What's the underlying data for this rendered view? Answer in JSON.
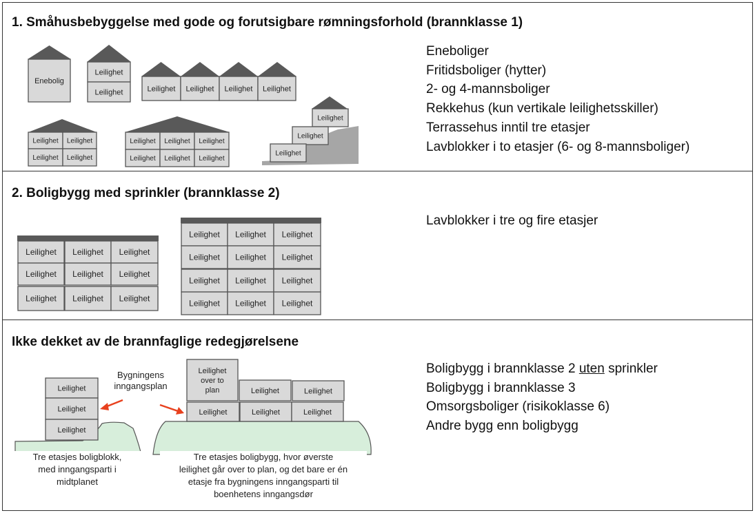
{
  "sections": [
    {
      "heading": "1. Småhusbebyggelse med gode og forutsigbare rømningsforhold (brannklasse 1)",
      "items": [
        "Eneboliger",
        "Fritidsboliger (hytter)",
        "2- og 4-mannsboliger",
        "Rekkehus (kun vertikale leilighetsskiller)",
        "Terrassehus inntil tre etasjer",
        "Lavblokker i to etasjer (6- og 8-mannsboliger)"
      ]
    },
    {
      "heading": "2. Boligbygg med sprinkler (brannklasse 2)",
      "items": [
        "Lavblokker i tre og fire etasjer"
      ]
    },
    {
      "heading": "Ikke dekket av de brannfaglige redegjørelsene",
      "items": [
        {
          "before": "Boligbygg i brannklasse 2 ",
          "underlined": "uten",
          "after": " sprinkler"
        },
        "Boligbygg i brannklasse 3",
        "Omsorgsboliger (risikoklasse 6)",
        "Andre bygg enn boligbygg"
      ]
    }
  ],
  "labels": {
    "enebolig": "Enebolig",
    "leilighet": "Leilighet",
    "over_to_plan": [
      "Leilighet",
      "over to",
      "plan"
    ],
    "inngangsplan": [
      "Bygningens",
      "inngangsplan"
    ]
  },
  "captions": {
    "left": [
      "Tre etasjes boligblokk,",
      "med inngangsparti i",
      "midtplanet"
    ],
    "right": [
      "Tre etasjes boligbygg, hvor øverste",
      "leilighet går over to plan, og det bare er én",
      "etasje fra bygningens inngangsparti til",
      "boenhetens inngangsdør"
    ]
  },
  "colors": {
    "roof": "#595959",
    "box_fill": "#d9d9d9",
    "box_stroke": "#555555",
    "ground": "#d7eedb",
    "terrain": "#a6a6a6",
    "arrow": "#e8411e"
  }
}
